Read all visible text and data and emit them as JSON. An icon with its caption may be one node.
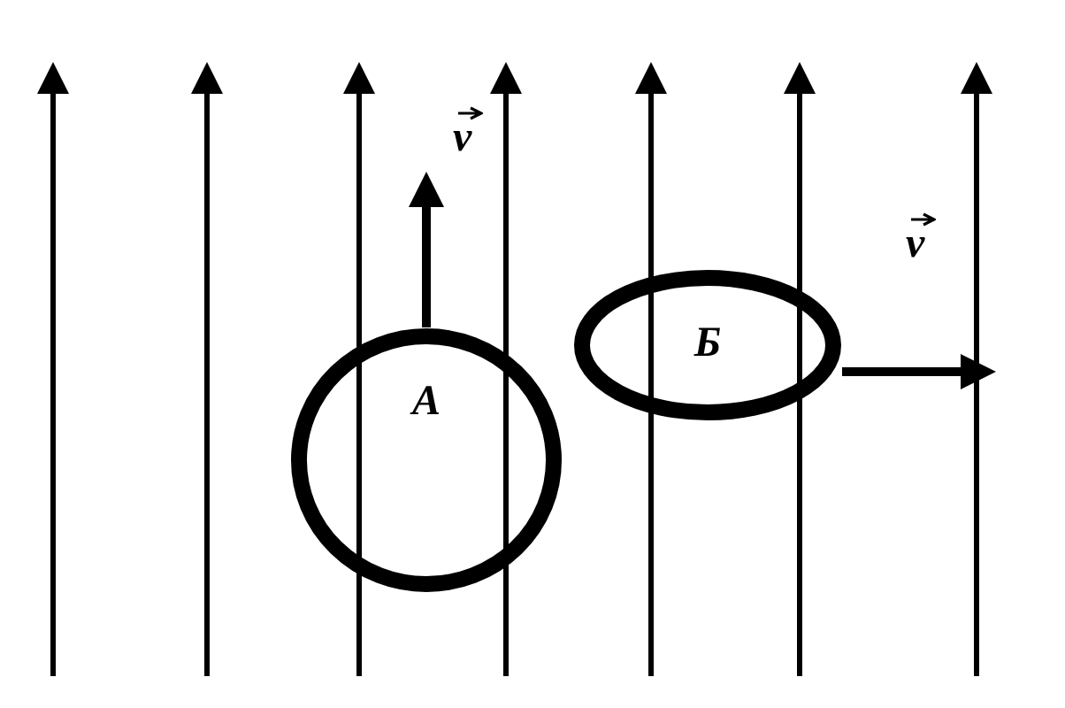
{
  "diagram": {
    "nodes": [
      {
        "text": [
          "A"
        ]
      },
      {
        "text": [
          "Б"
        ]
      }
    ],
    "labels": [
      "v",
      "v"
    ]
  }
}
